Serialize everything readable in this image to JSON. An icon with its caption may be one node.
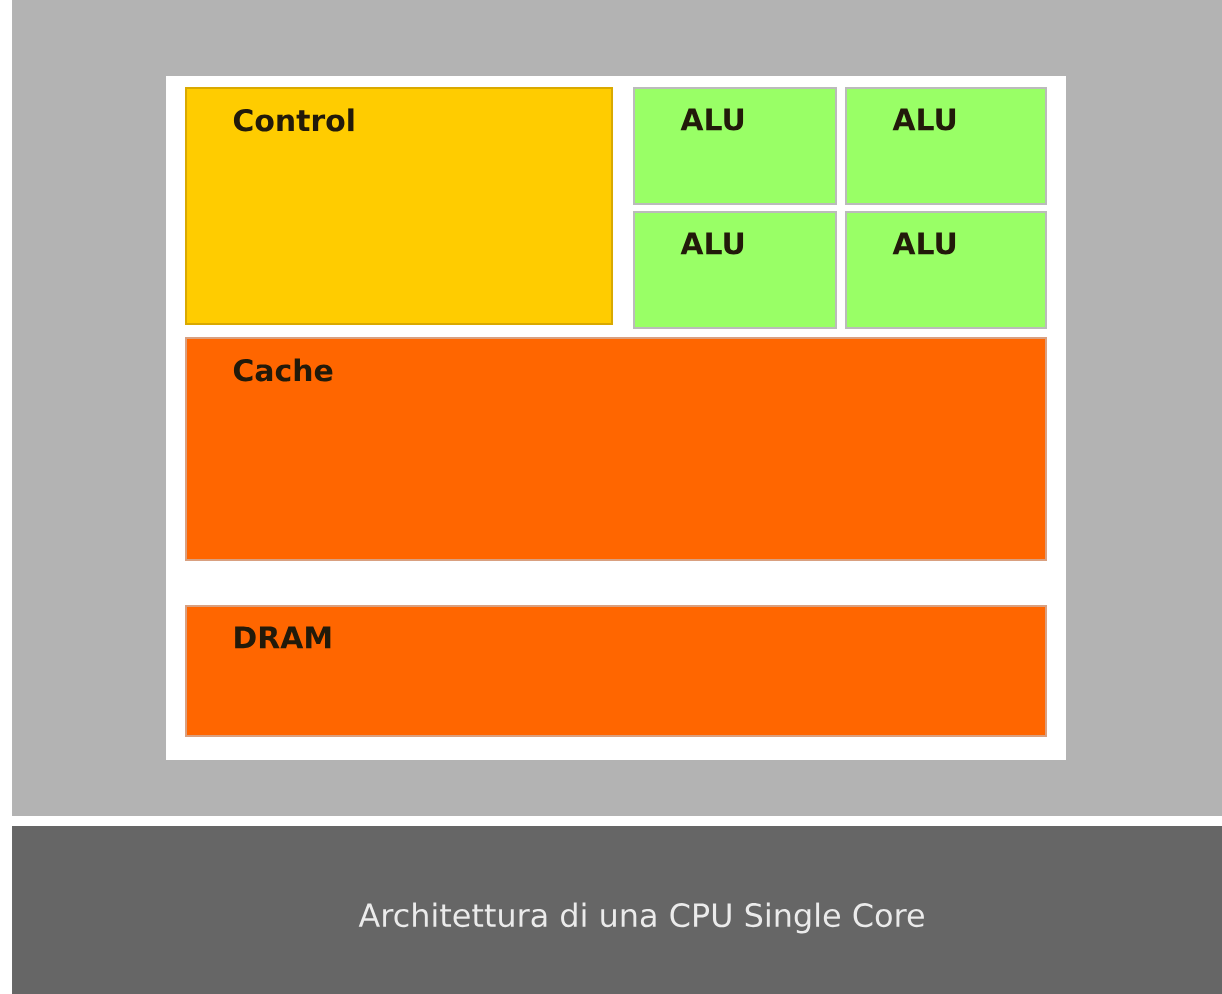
{
  "diagram": {
    "caption": "Architettura di una CPU Single Core",
    "nodes": [
      {
        "text": [
          "Control"
        ]
      },
      {
        "text": [
          "ALU"
        ]
      },
      {
        "text": [
          "ALU"
        ]
      },
      {
        "text": [
          "ALU"
        ]
      },
      {
        "text": [
          "ALU"
        ]
      },
      {
        "text": [
          "Cache"
        ]
      },
      {
        "text": [
          "DRAM"
        ]
      }
    ]
  }
}
